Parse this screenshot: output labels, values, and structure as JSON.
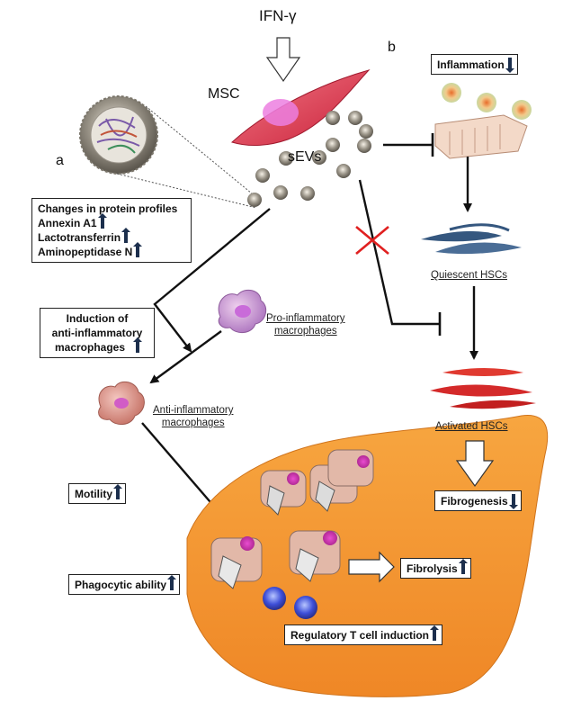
{
  "top": {
    "stimulus": "IFN-γ",
    "msc": "MSC",
    "sevs": "sEVs"
  },
  "panel_labels": {
    "a": "a",
    "b": "b"
  },
  "protein_box": {
    "title": "Changes in protein profiles",
    "items": [
      {
        "label": "Annexin A1",
        "dir": "up"
      },
      {
        "label": "Lactotransferrin",
        "dir": "up"
      },
      {
        "label": "Aminopeptidase N",
        "dir": "up"
      }
    ]
  },
  "induction_box": {
    "line1": "Induction of",
    "line2": "anti-inflammatory",
    "line3": "macrophages"
  },
  "macrophages": {
    "pro_line1": "Pro-inflammatory",
    "pro_line2": "macrophages",
    "anti_line1": "Anti-inflammatory",
    "anti_line2": "macrophages"
  },
  "liver_effects": {
    "motility": "Motility",
    "phagocytic": "Phagocytic ability",
    "fibrolysis": "Fibrolysis",
    "treg": "Regulatory T cell induction"
  },
  "panel_b": {
    "inflammation": "Inflammation",
    "quiescent": "Quiescent HSCs",
    "activated": "Activated HSCs",
    "fibrogenesis": "Fibrogenesis"
  },
  "colors": {
    "msc_cell": "#e0364a",
    "liver": "#f0922e",
    "hsc_quiescent": "#35577f",
    "hsc_activated": "#d42a2a",
    "inhibit_x": "#e02020",
    "arrow_dark": "#1c2f4d"
  }
}
